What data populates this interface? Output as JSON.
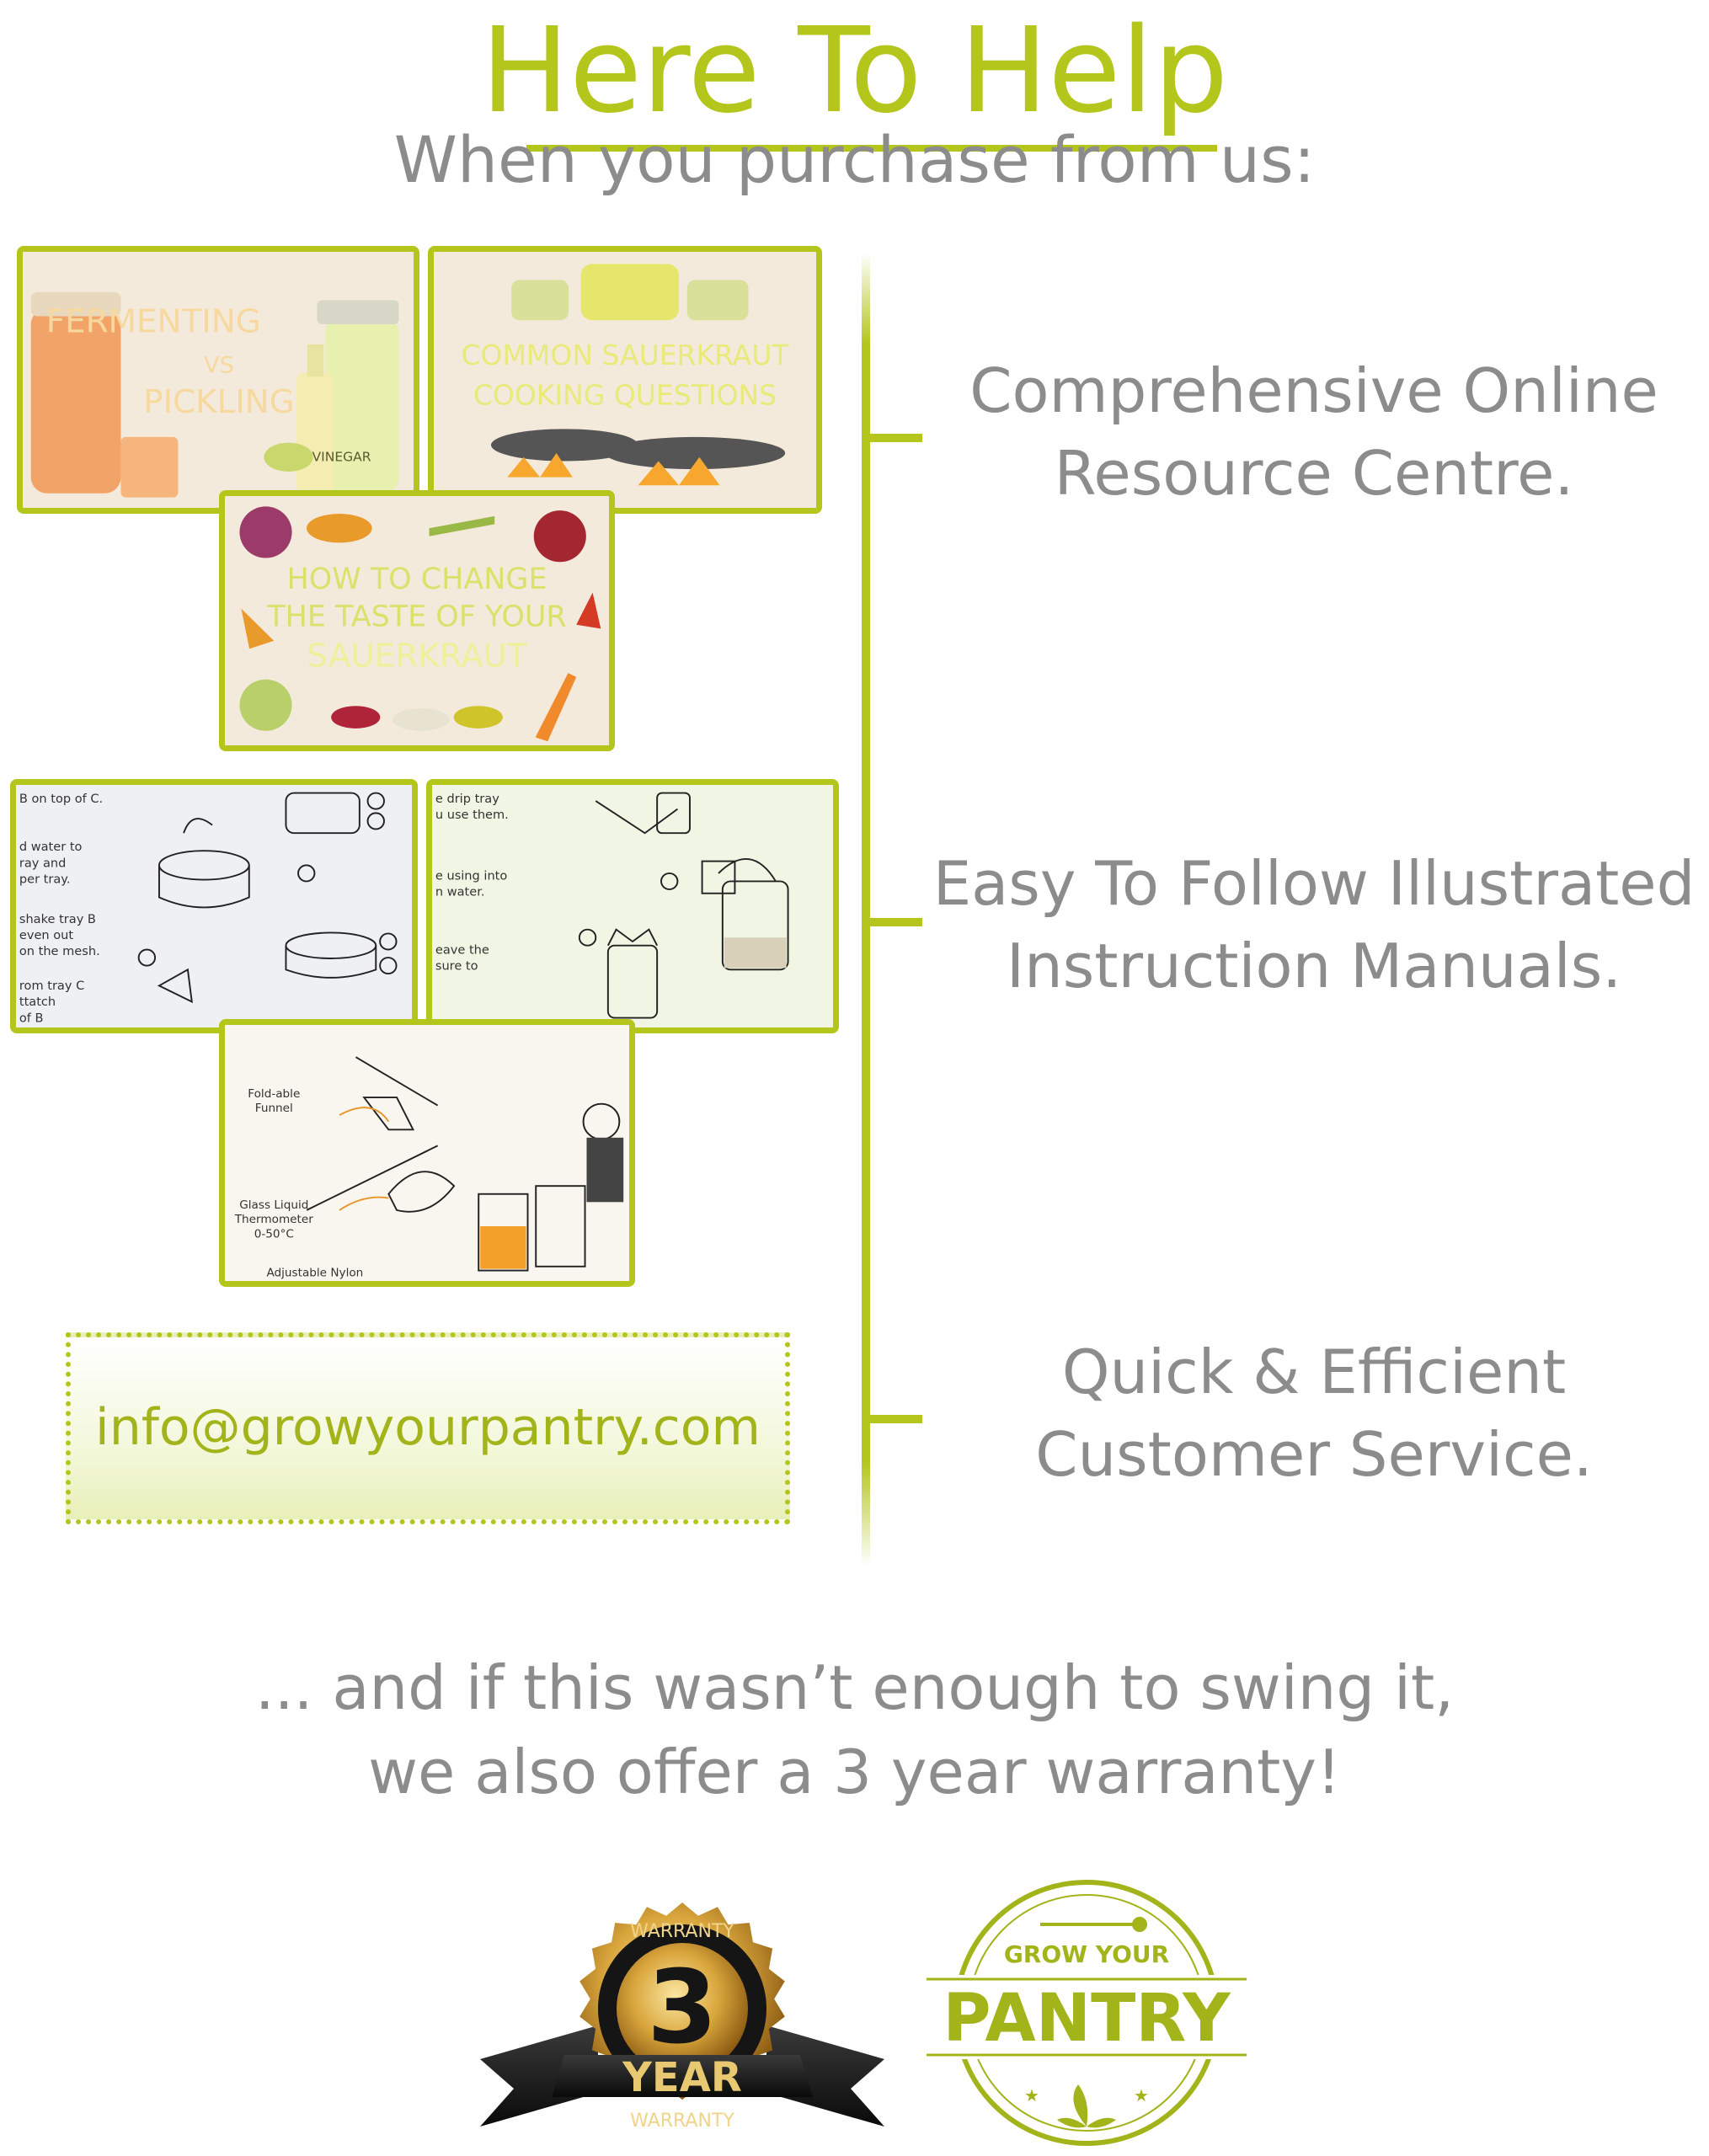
{
  "header": {
    "title": "Here To Help",
    "subtitle": "When you purchase from us:"
  },
  "resources": {
    "thumb1": {
      "line1": "FERMENTING",
      "line2": "VS",
      "line3": "PICKLING",
      "label": "VINEGAR"
    },
    "thumb2": {
      "line1": "COMMON SAUERKRAUT",
      "line2": "COOKING QUESTIONS"
    },
    "thumb3": {
      "line1": "HOW TO CHANGE",
      "line2": "THE TASTE OF YOUR",
      "line3": "SAUERKRAUT"
    }
  },
  "manuals": {
    "thumb4": {
      "t1": "B on top of C.",
      "t2": "d water to",
      "t3": "ray and",
      "t4": "per tray.",
      "t5": "shake tray B",
      "t6": "even out",
      "t7": "on the mesh.",
      "t8": "rom tray C",
      "t9": "ttatch",
      "t10": "of B"
    },
    "thumb5": {
      "t1": "e drip tray",
      "t2": "u use them.",
      "t3": "e using into",
      "t4": "n water.",
      "t5": "eave the",
      "t6": "sure to"
    },
    "thumb6": {
      "t1": "Fold-able",
      "t2": "Funnel",
      "t3": "Glass Liquid",
      "t4": "Thermometer",
      "t5": "0-50°C",
      "t6": "Adjustable Nylon"
    }
  },
  "features": [
    {
      "line1": "Comprehensive Online",
      "line2": "Resource Centre."
    },
    {
      "line1": "Easy To Follow Illustrated",
      "line2": "Instruction Manuals."
    },
    {
      "line1": "Quick & Efficient",
      "line2": "Customer Service."
    }
  ],
  "contact": {
    "email": "info@growyourpantry.com"
  },
  "closing": {
    "line1": "... and if this wasn’t enough to swing it,",
    "line2": "we also offer a 3 year warranty!"
  },
  "warranty_badge": {
    "top": "WARRANTY",
    "number": "3",
    "year": "YEAR",
    "bottom": "WARRANTY"
  },
  "brand_logo": {
    "top": "GROW YOUR",
    "main": "PANTRY"
  },
  "colors": {
    "accent": "#b4c51b",
    "text": "#8c8c8c",
    "gold": "#d9a53c",
    "black": "#1a1a1a"
  }
}
